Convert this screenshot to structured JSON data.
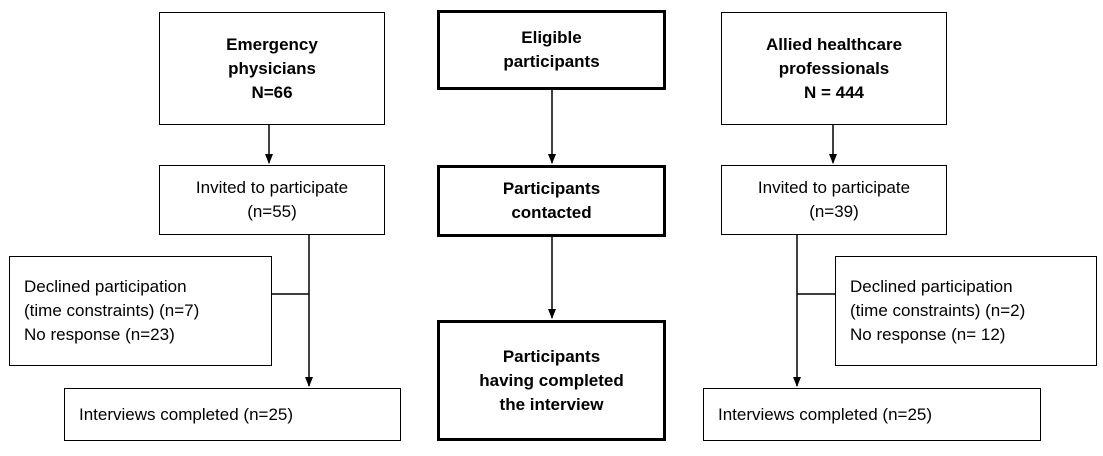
{
  "left_column": {
    "group": {
      "line1": "Emergency",
      "line2": "physicians",
      "line3": "N=66"
    },
    "invited": {
      "line1": "Invited to participate",
      "line2": "(n=55)"
    },
    "declined": {
      "line1": "Declined participation",
      "line2": "(time constraints) (n=7)",
      "line3": "No response (n=23)"
    },
    "completed": {
      "line1": "Interviews completed (n=25)"
    }
  },
  "center_column": {
    "eligible": {
      "line1": "Eligible",
      "line2": "participants"
    },
    "contacted": {
      "line1": "Participants",
      "line2": "contacted"
    },
    "completed": {
      "line1": "Participants",
      "line2": "having completed",
      "line3": "the interview"
    }
  },
  "right_column": {
    "group": {
      "line1": "Allied healthcare",
      "line2": "professionals",
      "line3": "N = 444"
    },
    "invited": {
      "line1": "Invited to participate",
      "line2": "(n=39)"
    },
    "declined": {
      "line1": "Declined participation",
      "line2": "(time constraints) (n=2)",
      "line3": "No response (n= 12)"
    },
    "completed": {
      "line1": "Interviews completed (n=25)"
    }
  }
}
